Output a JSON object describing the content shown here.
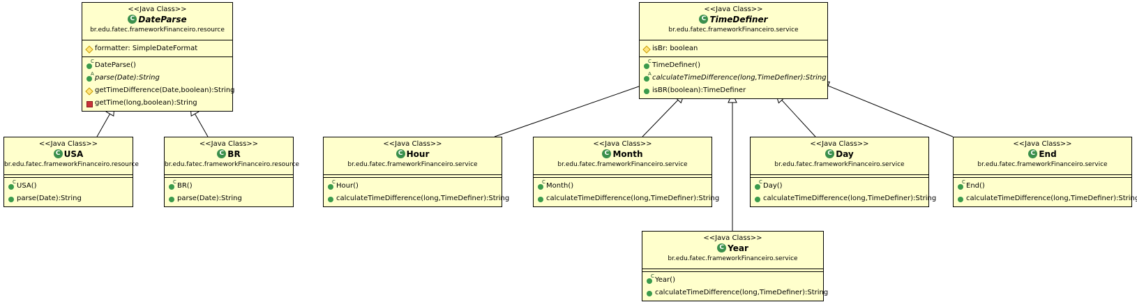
{
  "diagram": {
    "classes": [
      {
        "id": "dateparse",
        "stereotype": "<<Java Class>>",
        "name": "DateParse",
        "abstract": true,
        "package": "br.edu.fatec.frameworkFinanceiro.resource",
        "attributes": [
          {
            "visibility": "protected",
            "text": "formatter: SimpleDateFormat"
          }
        ],
        "operations": [
          {
            "visibility": "public",
            "modifier": "C",
            "text": "DateParse()"
          },
          {
            "visibility": "public",
            "modifier": "A",
            "italic": true,
            "text": "parse(Date):String"
          },
          {
            "visibility": "protected",
            "text": "getTimeDifference(Date,boolean):String"
          },
          {
            "visibility": "private",
            "text": "getTime(long,boolean):String"
          }
        ]
      },
      {
        "id": "timedefiner",
        "stereotype": "<<Java Class>>",
        "name": "TimeDefiner",
        "abstract": true,
        "package": "br.edu.fatec.frameworkFinanceiro.service",
        "attributes": [
          {
            "visibility": "protected",
            "text": "isBr: boolean"
          }
        ],
        "operations": [
          {
            "visibility": "public",
            "modifier": "C",
            "text": "TimeDefiner()"
          },
          {
            "visibility": "public",
            "modifier": "A",
            "italic": true,
            "text": "calculateTimeDifference(long,TimeDefiner):String"
          },
          {
            "visibility": "public",
            "text": "isBR(boolean):TimeDefiner"
          }
        ]
      },
      {
        "id": "usa",
        "stereotype": "<<Java Class>>",
        "name": "USA",
        "abstract": false,
        "package": "br.edu.fatec.frameworkFinanceiro.resource",
        "attributes": [],
        "operations": [
          {
            "visibility": "public",
            "modifier": "C",
            "text": "USA()"
          },
          {
            "visibility": "public",
            "text": "parse(Date):String"
          }
        ]
      },
      {
        "id": "br",
        "stereotype": "<<Java Class>>",
        "name": "BR",
        "abstract": false,
        "package": "br.edu.fatec.frameworkFinanceiro.resource",
        "attributes": [],
        "operations": [
          {
            "visibility": "public",
            "modifier": "C",
            "text": "BR()"
          },
          {
            "visibility": "public",
            "text": "parse(Date):String"
          }
        ]
      },
      {
        "id": "hour",
        "stereotype": "<<Java Class>>",
        "name": "Hour",
        "abstract": false,
        "package": "br.edu.fatec.frameworkFinanceiro.service",
        "attributes": [],
        "operations": [
          {
            "visibility": "public",
            "modifier": "C",
            "text": "Hour()"
          },
          {
            "visibility": "public",
            "text": "calculateTimeDifference(long,TimeDefiner):String"
          }
        ]
      },
      {
        "id": "month",
        "stereotype": "<<Java Class>>",
        "name": "Month",
        "abstract": false,
        "package": "br.edu.fatec.frameworkFinanceiro.service",
        "attributes": [],
        "operations": [
          {
            "visibility": "public",
            "modifier": "C",
            "text": "Month()"
          },
          {
            "visibility": "public",
            "text": "calculateTimeDifference(long,TimeDefiner):String"
          }
        ]
      },
      {
        "id": "day",
        "stereotype": "<<Java Class>>",
        "name": "Day",
        "abstract": false,
        "package": "br.edu.fatec.frameworkFinanceiro.service",
        "attributes": [],
        "operations": [
          {
            "visibility": "public",
            "modifier": "C",
            "text": "Day()"
          },
          {
            "visibility": "public",
            "text": "calculateTimeDifference(long,TimeDefiner):String"
          }
        ]
      },
      {
        "id": "end",
        "stereotype": "<<Java Class>>",
        "name": "End",
        "abstract": false,
        "package": "br.edu.fatec.frameworkFinanceiro.service",
        "attributes": [],
        "operations": [
          {
            "visibility": "public",
            "modifier": "C",
            "text": "End()"
          },
          {
            "visibility": "public",
            "text": "calculateTimeDifference(long,TimeDefiner):String"
          }
        ]
      },
      {
        "id": "year",
        "stereotype": "<<Java Class>>",
        "name": "Year",
        "abstract": false,
        "package": "br.edu.fatec.frameworkFinanceiro.service",
        "attributes": [],
        "operations": [
          {
            "visibility": "public",
            "modifier": "C",
            "text": "Year()"
          },
          {
            "visibility": "public",
            "text": "calculateTimeDifference(long,TimeDefiner):String"
          }
        ]
      }
    ],
    "generalizations": [
      {
        "from": "usa",
        "to": "dateparse"
      },
      {
        "from": "br",
        "to": "dateparse"
      },
      {
        "from": "hour",
        "to": "timedefiner"
      },
      {
        "from": "month",
        "to": "timedefiner"
      },
      {
        "from": "year",
        "to": "timedefiner"
      },
      {
        "from": "day",
        "to": "timedefiner"
      },
      {
        "from": "end",
        "to": "timedefiner"
      }
    ],
    "colors": {
      "class_fill": "#ffffcc",
      "class_border": "#000000",
      "class_icon": "#3a8f4c",
      "public_icon": "#3a9a4c",
      "protected_icon": "#ffe680",
      "private_icon": "#c8323a"
    }
  }
}
